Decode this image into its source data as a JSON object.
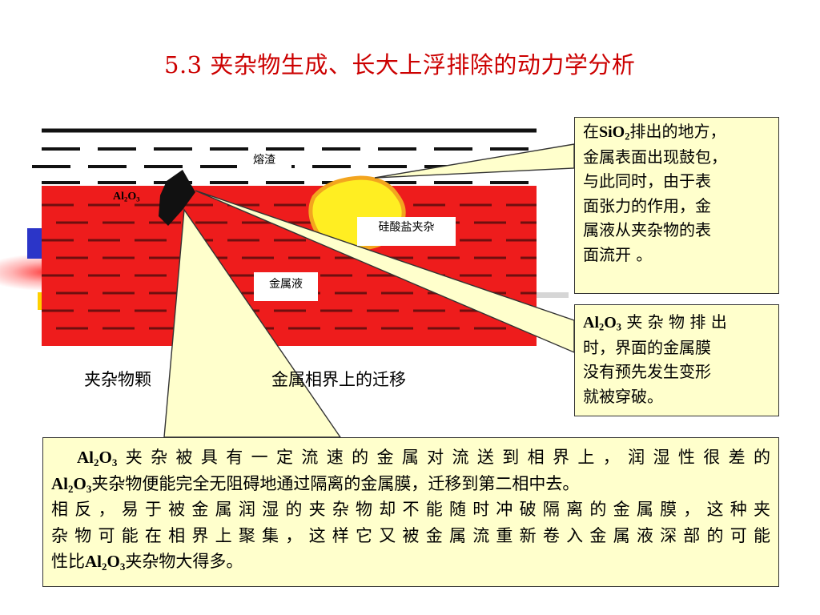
{
  "title": "5.3   夹杂物生成、长大上浮排除的动力学分析",
  "diagram": {
    "label_slag": "熔渣",
    "label_al2o3_main": "Al",
    "label_al2o3_sub1": "2",
    "label_al2o3_mid": "O",
    "label_al2o3_sub2": "3",
    "label_silicate": "硅酸盐夹杂",
    "label_metal": "金属液",
    "caption_left": "夹杂物颗",
    "caption_right": "金属相界上的迁移",
    "colors": {
      "metal": "#ee1c1c",
      "slag": "#ffffff",
      "silicate": "#ffee22",
      "silicate_edge": "#f3a51f",
      "al2o3": "#111111",
      "callout": "#ffffcc"
    }
  },
  "callouts": {
    "c1": {
      "lines": [
        "在",
        "SiO",
        "2",
        "排出的地方，",
        "金属表面出现鼓包，",
        "与此同时，由于表",
        "面张力的作用，金",
        "属液从夹杂物的表",
        "面流开 。"
      ]
    },
    "c2": {
      "part1": "Al",
      "sub1": "2",
      "part2": "O",
      "sub2": "3",
      "part3": " 夹 杂 物 排 出",
      "line2": "时，界面的金属膜",
      "line3": "没有预先发生变形",
      "line4": "就被穿破。"
    },
    "c3": {
      "l1a": "Al",
      "l1s1": "2",
      "l1b": "O",
      "l1s2": "3",
      "l1c": "夹杂被具有一定流速的金属对流送到相界上，润湿性很差的",
      "l2a": "Al",
      "l2s1": "2",
      "l2b": "O",
      "l2s2": "3",
      "l2c": "夹杂物便能完全无阻碍地通过隔离的金属膜，迁移到第二相中去。",
      "l3": "相反，易于被金属润湿的夹杂物却不能随时冲破隔离的金属膜，这种夹",
      "l4": "杂物可能在相界上聚集，这样它又被金属流重新卷入金属液深部的可能",
      "l5a": "性比",
      "l5b": "Al",
      "l5s1": "2",
      "l5c": "O",
      "l5s2": "3",
      "l5d": "夹杂物大得多。"
    }
  }
}
